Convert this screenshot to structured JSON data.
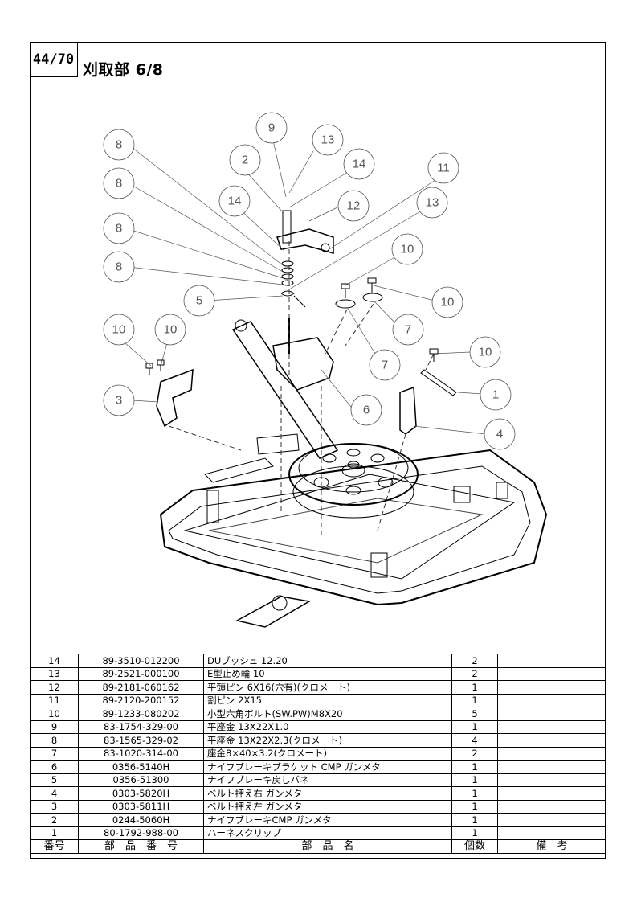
{
  "page": {
    "page_no": "44/70",
    "title": "刈取部 6/8"
  },
  "diagram": {
    "callouts": [
      "8",
      "9",
      "13",
      "2",
      "14",
      "11",
      "8",
      "14",
      "12",
      "13",
      "8",
      "10",
      "8",
      "5",
      "10",
      "10",
      "10",
      "7",
      "10",
      "7",
      "3",
      "1",
      "6",
      "4"
    ]
  },
  "table": {
    "headers": {
      "no": "番号",
      "part_no": "部　品　番　号",
      "name": "部　品　名",
      "qty": "個数",
      "remarks": "備　考"
    },
    "rows": [
      {
        "no": "14",
        "part_no": "89-3510-012200",
        "name": "DUブッシュ 12.20",
        "qty": "2",
        "remarks": ""
      },
      {
        "no": "13",
        "part_no": "89-2521-000100",
        "name": "E型止め輪 10",
        "qty": "2",
        "remarks": ""
      },
      {
        "no": "12",
        "part_no": "89-2181-060162",
        "name": "平頭ピン 6X16(穴有)(クロメート)",
        "qty": "1",
        "remarks": ""
      },
      {
        "no": "11",
        "part_no": "89-2120-200152",
        "name": "割ピン 2X15",
        "qty": "1",
        "remarks": ""
      },
      {
        "no": "10",
        "part_no": "89-1233-080202",
        "name": "小型六角ボルト(SW.PW)M8X20",
        "qty": "5",
        "remarks": ""
      },
      {
        "no": "9",
        "part_no": "83-1754-329-00",
        "name": "平座金 13X22X1.0",
        "qty": "1",
        "remarks": ""
      },
      {
        "no": "8",
        "part_no": "83-1565-329-02",
        "name": "平座金 13X22X2.3(クロメート)",
        "qty": "4",
        "remarks": ""
      },
      {
        "no": "7",
        "part_no": "83-1020-314-00",
        "name": "座金8×40×3.2(クロメート)",
        "qty": "2",
        "remarks": ""
      },
      {
        "no": "6",
        "part_no": "0356-5140H",
        "name": "ナイフブレーキブラケット CMP ガンメタ",
        "qty": "1",
        "remarks": ""
      },
      {
        "no": "5",
        "part_no": "0356-51300",
        "name": "ナイフブレーキ戻しバネ",
        "qty": "1",
        "remarks": ""
      },
      {
        "no": "4",
        "part_no": "0303-5820H",
        "name": "ベルト押え右 ガンメタ",
        "qty": "1",
        "remarks": ""
      },
      {
        "no": "3",
        "part_no": "0303-5811H",
        "name": "ベルト押え左 ガンメタ",
        "qty": "1",
        "remarks": ""
      },
      {
        "no": "2",
        "part_no": "0244-5060H",
        "name": "ナイフブレーキCMP ガンメタ",
        "qty": "1",
        "remarks": ""
      },
      {
        "no": "1",
        "part_no": "80-1792-988-00",
        "name": "ハーネスクリップ",
        "qty": "1",
        "remarks": ""
      }
    ]
  }
}
